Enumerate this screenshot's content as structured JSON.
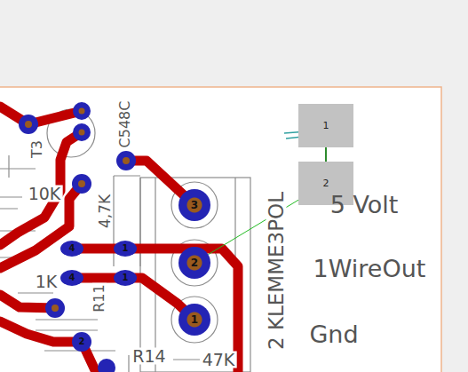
{
  "diagram": {
    "nodes": [
      {
        "text": [
          "1"
        ]
      },
      {
        "text": [
          "2"
        ]
      },
      {
        "text": [
          "3"
        ]
      },
      {
        "text": [
          "2"
        ]
      },
      {
        "text": [
          "1"
        ]
      }
    ],
    "edges": [
      {
        "from": 0,
        "to": 1,
        "arrow": "none"
      },
      {
        "from": 3,
        "to": 1,
        "arrow": "none"
      }
    ],
    "labels": [
      "T3",
      "C548C",
      "10K",
      "4,7K",
      "R11",
      "1K",
      "R14",
      "47K",
      "2 KLEMME3POL",
      "5 Volt",
      "1WireOut",
      "Gnd",
      "4",
      "1",
      "4",
      "1",
      "2"
    ]
  }
}
